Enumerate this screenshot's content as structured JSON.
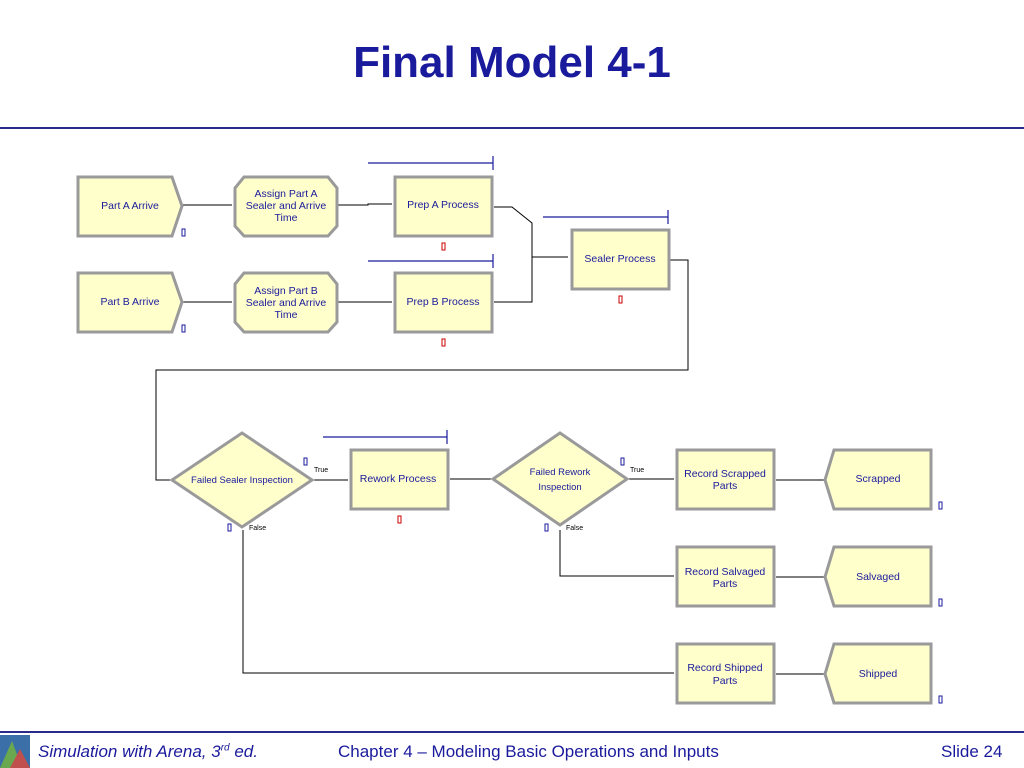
{
  "title": "Final Model 4-1",
  "modules": {
    "part_a_arrive": "Part A Arrive",
    "part_b_arrive": "Part B Arrive",
    "assign_a": [
      "Assign Part A",
      "Sealer and Arrive",
      "Time"
    ],
    "assign_b": [
      "Assign Part B",
      "Sealer and Arrive",
      "Time"
    ],
    "prep_a": "Prep A Process",
    "prep_b": "Prep B Process",
    "sealer": "Sealer Process",
    "failed_sealer": "Failed Sealer Inspection",
    "rework": "Rework Process",
    "failed_rework": [
      "Failed Rework",
      "Inspection"
    ],
    "record_scrapped": [
      "Record Scrapped",
      "Parts"
    ],
    "record_salvaged": [
      "Record Salvaged",
      "Parts"
    ],
    "record_shipped": [
      "Record Shipped",
      "Parts"
    ],
    "scrapped": "Scrapped",
    "salvaged": "Salvaged",
    "shipped": "Shipped"
  },
  "branch_labels": {
    "true": "True",
    "false": "False"
  },
  "counters": {
    "dispose_counter": "0",
    "process_counter": "0"
  },
  "colors": {
    "title": "#1a1a9c",
    "module_fill": "#ffffcc",
    "module_border": "#a0a0a0",
    "counter_blue": "#1a1a9c",
    "counter_red": "#cc0000"
  },
  "footer": {
    "book_prefix": "Simulation with Arena, 3",
    "book_sup": "rd",
    "book_suffix": " ed.",
    "chapter": "Chapter 4 – Modeling Basic Operations and Inputs",
    "slide": "Slide 24"
  }
}
